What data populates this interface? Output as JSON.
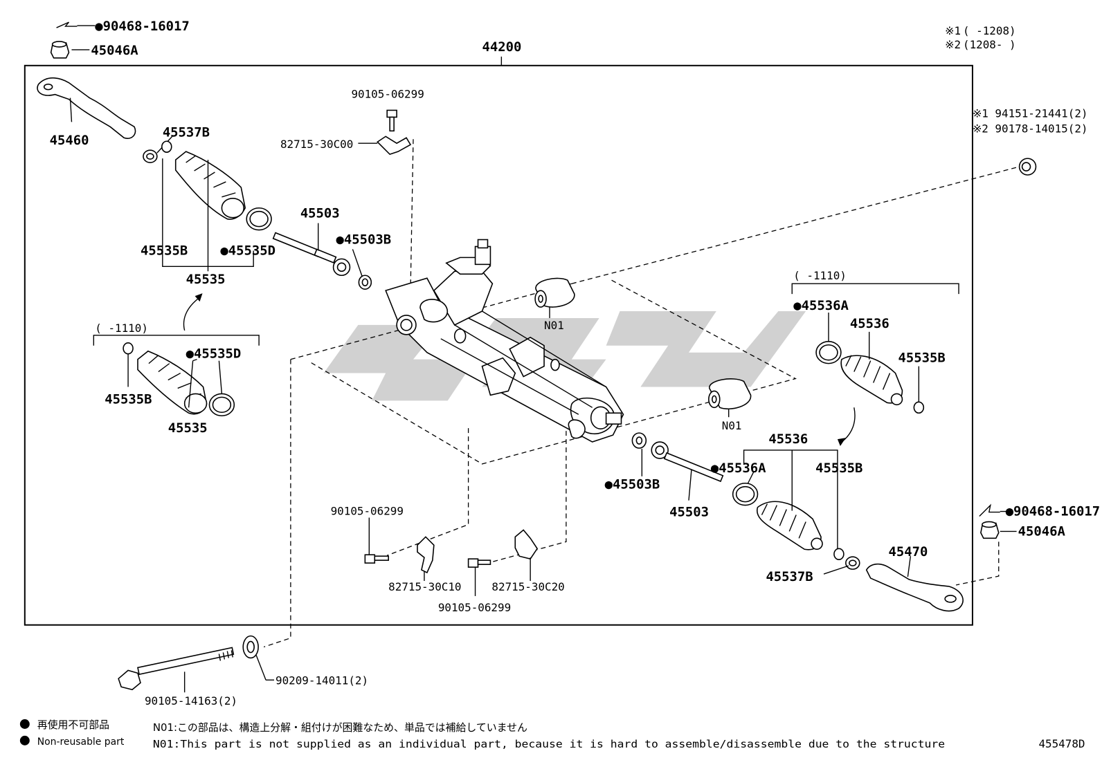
{
  "diagram_code": "455478D",
  "assembly_label": "44200",
  "legend": {
    "symbol": "●",
    "jp": "再使用不可部品",
    "en": "Non-reusable part"
  },
  "footnote": {
    "jp": "N01:この部品は、構造上分解・組付けが困難なため、単品では補給していません",
    "en": "N01:This part is not supplied as an individual part, because it is hard to assemble/disassemble due to the structure"
  },
  "period_notes": [
    {
      "mark": "※1",
      "range": "(      -1208)"
    },
    {
      "mark": "※2",
      "range": "(1208-      )"
    }
  ],
  "parts": {
    "p01": "●90468-16017",
    "p02": "45046A",
    "p03": "45460",
    "p04": "45537B",
    "p05": "45535B",
    "p06": "●45535D",
    "p07": "45535",
    "p08": "45503",
    "p09": "●45503B",
    "p10": "90105-06299",
    "p11": "82715-30C00",
    "p12": "N01",
    "p13": "N01",
    "p14": "(      -1110)",
    "p15": "45535B",
    "p16": "●45535D",
    "p17": "45535",
    "p18": "※1 94151-21441(2)",
    "p19": "※2 90178-14015(2)",
    "p20": "(      -1110)",
    "p21": "●45536A",
    "p22": "45536",
    "p23": "45535B",
    "p24": "45536",
    "p25": "●45536A",
    "p26": "45535B",
    "p27": "●45503B",
    "p28": "45503",
    "p29": "●90468-16017",
    "p30": "45046A",
    "p31": "45470",
    "p32": "45537B",
    "p33": "90105-06299",
    "p34": "82715-30C10",
    "p35": "82715-30C20",
    "p36": "90105-06299",
    "p37": "90105-14163(2)",
    "p38": "90209-14011(2)"
  }
}
